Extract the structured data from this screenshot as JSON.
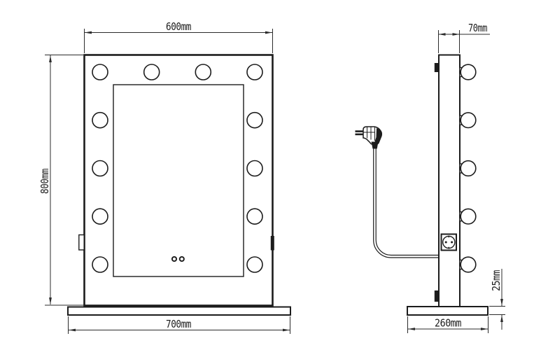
{
  "drawing": {
    "background_color": "#ffffff",
    "line_color": "#1c1c1c",
    "front_view": {
      "width_dim": "600mm",
      "height_dim": "800mm",
      "base_width_dim": "700mm",
      "bulb_count": 12,
      "touch_button_count": 2
    },
    "side_view": {
      "depth_dim": "70mm",
      "base_depth_dim": "260mm",
      "base_thickness_dim": "25mm",
      "bulb_count": 5
    }
  }
}
